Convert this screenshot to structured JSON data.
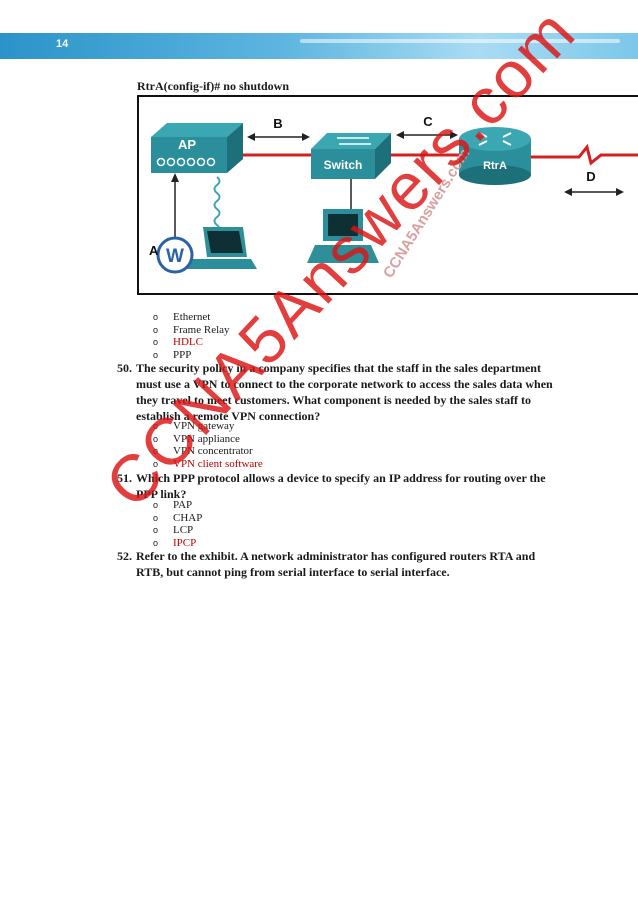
{
  "page_number": "14",
  "command_line": "RtrA(config-if)# no shutdown",
  "exhibit": {
    "labels": {
      "ap": "AP",
      "switch": "Switch",
      "router": "RtrA",
      "b": "B",
      "c": "C",
      "d": "D",
      "a": "A",
      "w": "W"
    },
    "watermark": "CCNA5Answers.com"
  },
  "q49_options": [
    "Ethernet",
    "Frame Relay",
    "HDLC",
    "PPP"
  ],
  "q50": {
    "number": "50.",
    "text": "The security policy in a company specifies that the staff in the sales department must use a VPN to connect to the corporate network to access the sales data when they travel to meet customers. What component is needed by the sales staff to establish a remote VPN connection?",
    "options": [
      "VPN gateway",
      "VPN appliance",
      "VPN concentrator",
      "VPN client software"
    ]
  },
  "q51": {
    "number": "51.",
    "text": "Which PPP protocol allows a device to specify an IP address for routing over the PPP link?",
    "options": [
      "PAP",
      "CHAP",
      "LCP",
      "IPCP"
    ]
  },
  "q52": {
    "number": "52.",
    "text": "Refer to the exhibit. A network administrator has configured routers RTA and RTB, but cannot ping from serial interface to serial interface."
  },
  "bullet_glyph": "o",
  "watermark": "CCNA5Answers.com",
  "colors": {
    "answer": "#c00000",
    "header": "#2b93c9",
    "watermark": "#dc1414"
  }
}
